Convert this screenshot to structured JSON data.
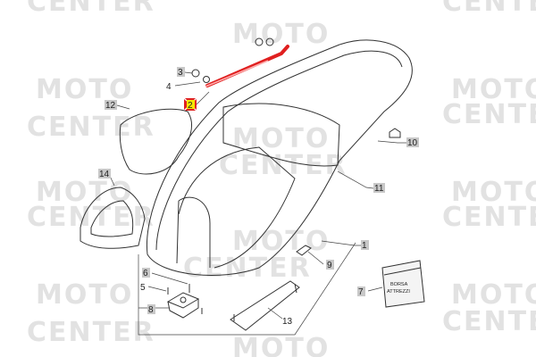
{
  "watermark": {
    "line1": "MOTO",
    "line2": "CENTER"
  },
  "bag_text": {
    "line1": "BORSA",
    "line2": "ATTREZZI"
  },
  "highlight_color": "#e02020",
  "selected_part_color": "#f5e600",
  "callouts": [
    {
      "id": "1"
    },
    {
      "id": "2"
    },
    {
      "id": "3"
    },
    {
      "id": "4"
    },
    {
      "id": "5"
    },
    {
      "id": "6"
    },
    {
      "id": "7"
    },
    {
      "id": "8"
    },
    {
      "id": "9"
    },
    {
      "id": "10"
    },
    {
      "id": "11"
    },
    {
      "id": "12"
    },
    {
      "id": "13"
    },
    {
      "id": "14"
    }
  ]
}
